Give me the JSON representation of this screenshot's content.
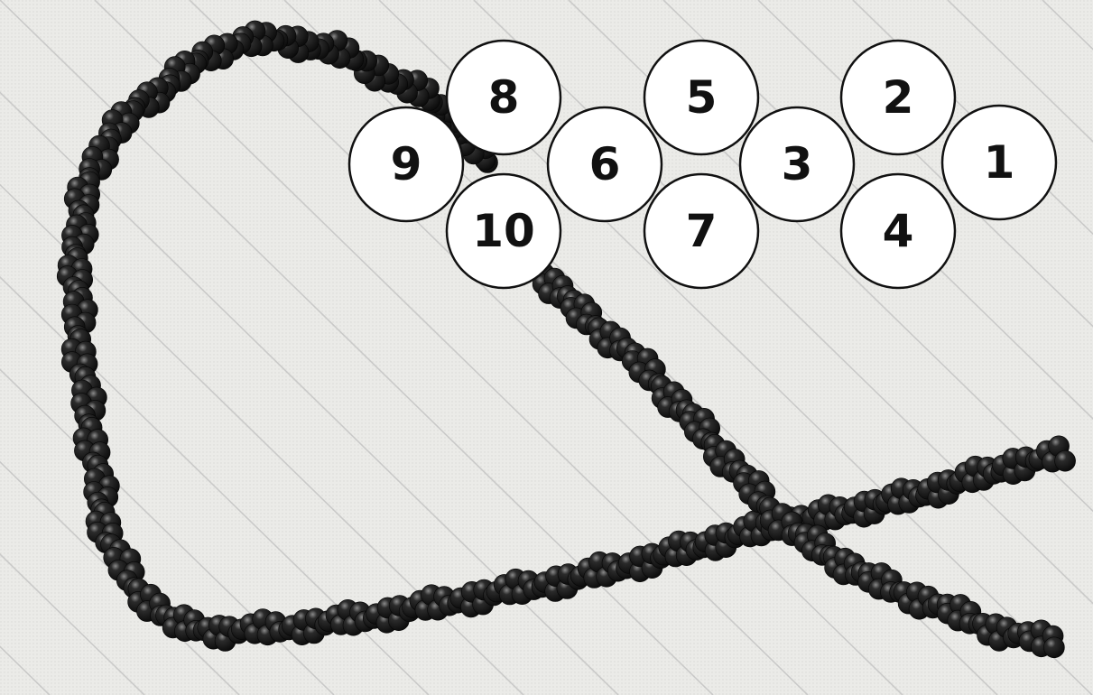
{
  "diagram": {
    "numbered_balls": [
      {
        "label": "1"
      },
      {
        "label": "2"
      },
      {
        "label": "3"
      },
      {
        "label": "4"
      },
      {
        "label": "5"
      },
      {
        "label": "6"
      },
      {
        "label": "7"
      },
      {
        "label": "8"
      },
      {
        "label": "9"
      },
      {
        "label": "10"
      }
    ],
    "colors": {
      "background": "#e9e9e6",
      "bead": "#1c1c1c",
      "ball_fill": "#ffffff",
      "ball_stroke": "#111111",
      "watermark": "#bdbdbd"
    },
    "icons": [
      "bead-chain-icon",
      "watermark-lines-icon"
    ]
  }
}
